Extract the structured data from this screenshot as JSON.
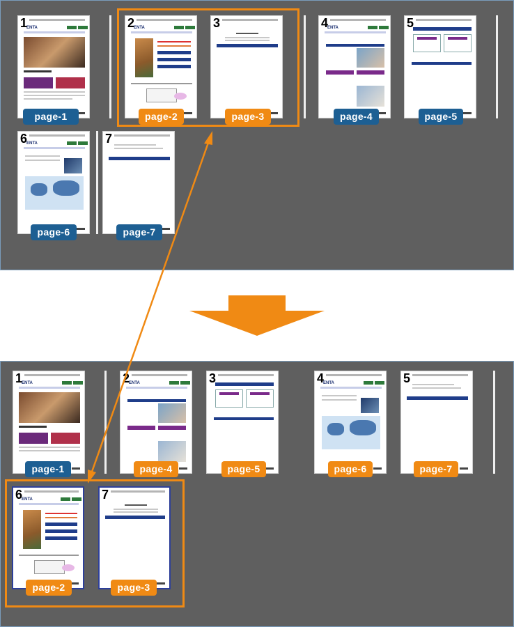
{
  "before": {
    "pages": [
      {
        "number": "1",
        "label": "page-1"
      },
      {
        "number": "2",
        "label": "page-2"
      },
      {
        "number": "3",
        "label": "page-3"
      },
      {
        "number": "4",
        "label": "page-4"
      },
      {
        "number": "5",
        "label": "page-5"
      },
      {
        "number": "6",
        "label": "page-6"
      },
      {
        "number": "7",
        "label": "page-7"
      }
    ]
  },
  "after": {
    "pages": [
      {
        "number": "1",
        "label": "page-1"
      },
      {
        "number": "2",
        "label": "page-4"
      },
      {
        "number": "3",
        "label": "page-5"
      },
      {
        "number": "4",
        "label": "page-6"
      },
      {
        "number": "5",
        "label": "page-7"
      },
      {
        "number": "6",
        "label": "page-2"
      },
      {
        "number": "7",
        "label": "page-3"
      }
    ]
  },
  "thumbnail_text": {
    "logo": "ENTA"
  },
  "colors": {
    "panel_background": "#5f5f5f",
    "selection_orange": "#f08a14",
    "label_blue": "#1d5f93",
    "label_orange": "#f08a14",
    "selected_page_border": "#2d3f9a"
  },
  "icons": {
    "arrow": "down-arrow-icon",
    "connector": "move-connector-arrow"
  }
}
